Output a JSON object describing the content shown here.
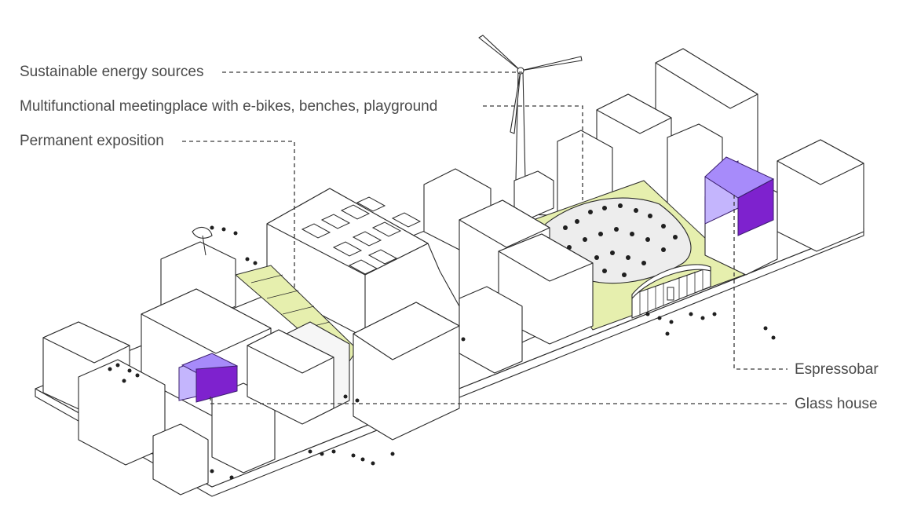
{
  "labels": {
    "energy": "Sustainable energy sources",
    "meeting": "Multifunctional meetingplace with e-bikes, benches, playground",
    "exposition": "Permanent exposition",
    "espresso": "Espressobar",
    "glass_house": "Glass house"
  },
  "colors": {
    "green_space": "#e6efae",
    "purple_highlight": "#7e22ce",
    "leader_lines": "#3a3a3a",
    "text": "#4a4a4a"
  }
}
